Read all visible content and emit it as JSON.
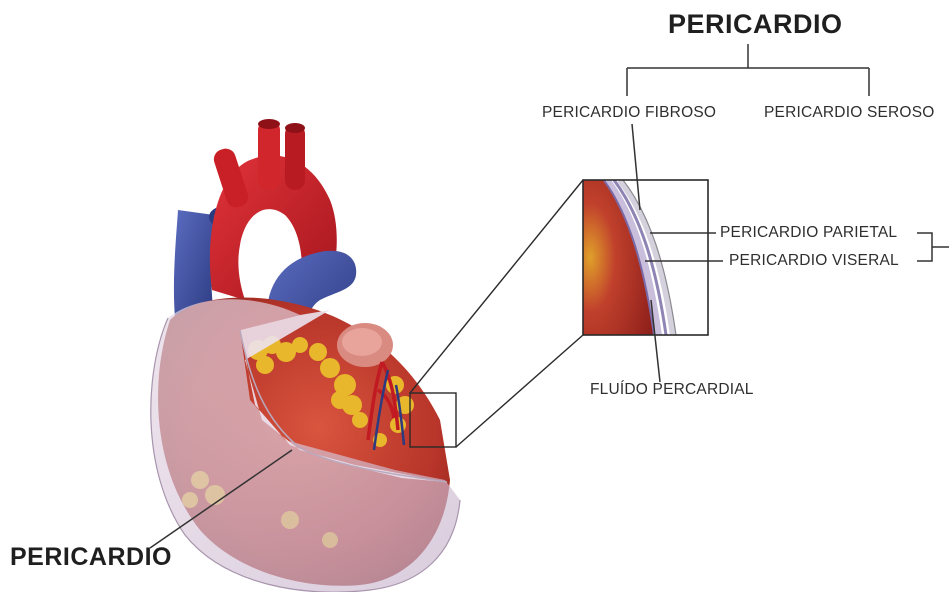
{
  "title": "PERICARDIO",
  "branches": {
    "fibroso": "PERICARDIO FIBROSO",
    "seroso": "PERICARDIO SEROSO"
  },
  "inset_labels": {
    "parietal": "PERICARDIO PARIETAL",
    "visceral": "PERICARDIO VISERAL",
    "fluid": "FLUÍDO PERCARDIAL"
  },
  "heart_label": "PERICARDIO",
  "colors": {
    "artery_red": "#c8222a",
    "vein_blue": "#3d4fa0",
    "myocardium": "#b83a2e",
    "fat_yellow": "#e7b52a",
    "pericardium_sac": "#d8c6d8",
    "line_dark": "#333333"
  }
}
